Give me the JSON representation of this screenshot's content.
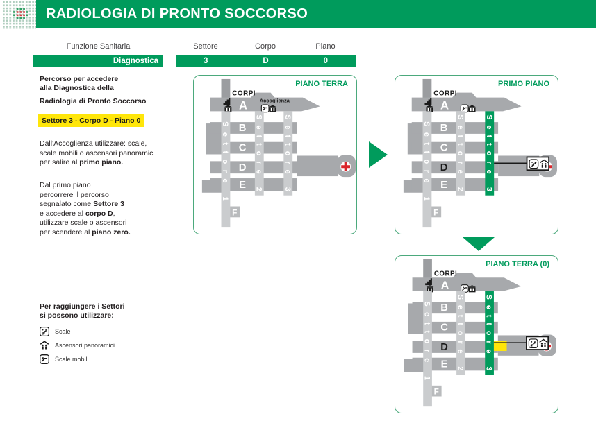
{
  "header": {
    "title": "RADIOLOGIA DI PRONTO SOCCORSO"
  },
  "meta": {
    "funzione_label": "Funzione Sanitaria",
    "funzione_value": "Diagnostica",
    "settore_label": "Settore",
    "settore_value": "3",
    "corpo_label": "Corpo",
    "corpo_value": "D",
    "piano_label": "Piano",
    "piano_value": "0"
  },
  "sidebar": {
    "intro_l1": "Percorso per accedere",
    "intro_l2": "alla Diagnostica della",
    "intro_l3": "Radiologia di Pronto Soccorso",
    "highlight": "Settore 3 - Corpo D - Piano 0",
    "para1": {
      "t1": "Dall'Accoglienza utilizzare: scale, scale mobili o ascensori panoramici per salire al ",
      "b1": "primo piano",
      "t2": "."
    },
    "para2": {
      "l1": "Dal primo piano",
      "l2": "percorrere il percorso",
      "l3t": "segnalato come ",
      "l3b": "Settore 3",
      "l4t": "e accedere al ",
      "l4b": "corpo D",
      "l4s": ",",
      "l5": "utilizzare scale o ascensori",
      "l6t": "per scendere al ",
      "l6b": "piano zero",
      "l6s": "."
    }
  },
  "legend": {
    "heading_l1": "Per raggiungere i Settori",
    "heading_l2": "si possono utilizzare:",
    "items": [
      {
        "icon": "stairs-icon",
        "label": "Scale"
      },
      {
        "icon": "panoramic-elevator-icon",
        "label": "Ascensori panoramici"
      },
      {
        "icon": "escalator-icon",
        "label": "Scale mobili"
      }
    ]
  },
  "panels": {
    "p1_title": "PIANO TERRA",
    "p2_title": "PRIMO PIANO",
    "p3_title": "PIANO TERRA (0)"
  },
  "map": {
    "corpi_label": "CORPI",
    "accoglienza": "Accoglienza",
    "sectors": [
      "Settore 1",
      "Settore 2",
      "Settore 3"
    ],
    "corpi": [
      "A",
      "B",
      "C",
      "D",
      "E",
      "F"
    ]
  },
  "colors": {
    "green": "#009B5C",
    "yellow": "#FFE60A",
    "red": "#D9262C",
    "band_gray": "#A7A9AC",
    "bar_gray": "#CACCCE"
  }
}
